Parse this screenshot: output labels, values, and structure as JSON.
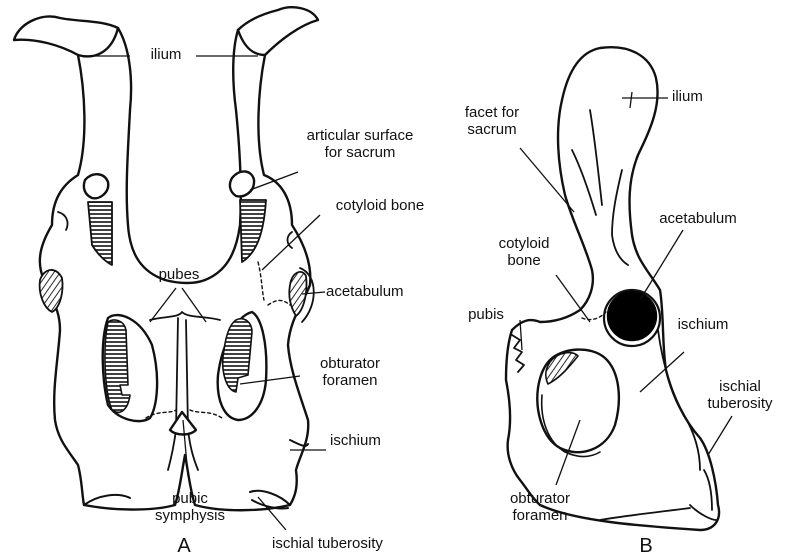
{
  "panel_a": {
    "letter": "A",
    "labels": {
      "ilium": "ilium",
      "articular_surface_1": "articular surface",
      "articular_surface_2": "for sacrum",
      "cotyloid_bone": "cotyloid bone",
      "pubes": "pubes",
      "acetabulum": "acetabulum",
      "obturator_foramen_1": "obturator",
      "obturator_foramen_2": "foramen",
      "ischium": "ischium",
      "pubic_symphysis_1": "pubic",
      "pubic_symphysis_2": "symphysis",
      "ischial_tuberosity": "ischial tuberosity"
    }
  },
  "panel_b": {
    "letter": "B",
    "labels": {
      "ilium": "ilium",
      "facet_1": "facet for",
      "facet_2": "sacrum",
      "acetabulum": "acetabulum",
      "cotyloid_1": "cotyloid",
      "cotyloid_2": "bone",
      "pubis": "pubis",
      "ischium": "ischium",
      "ischial_tuberosity_1": "ischial",
      "ischial_tuberosity_2": "tuberosity",
      "obturator_foramen_1": "obturator",
      "obturator_foramen_2": "foramen"
    }
  }
}
